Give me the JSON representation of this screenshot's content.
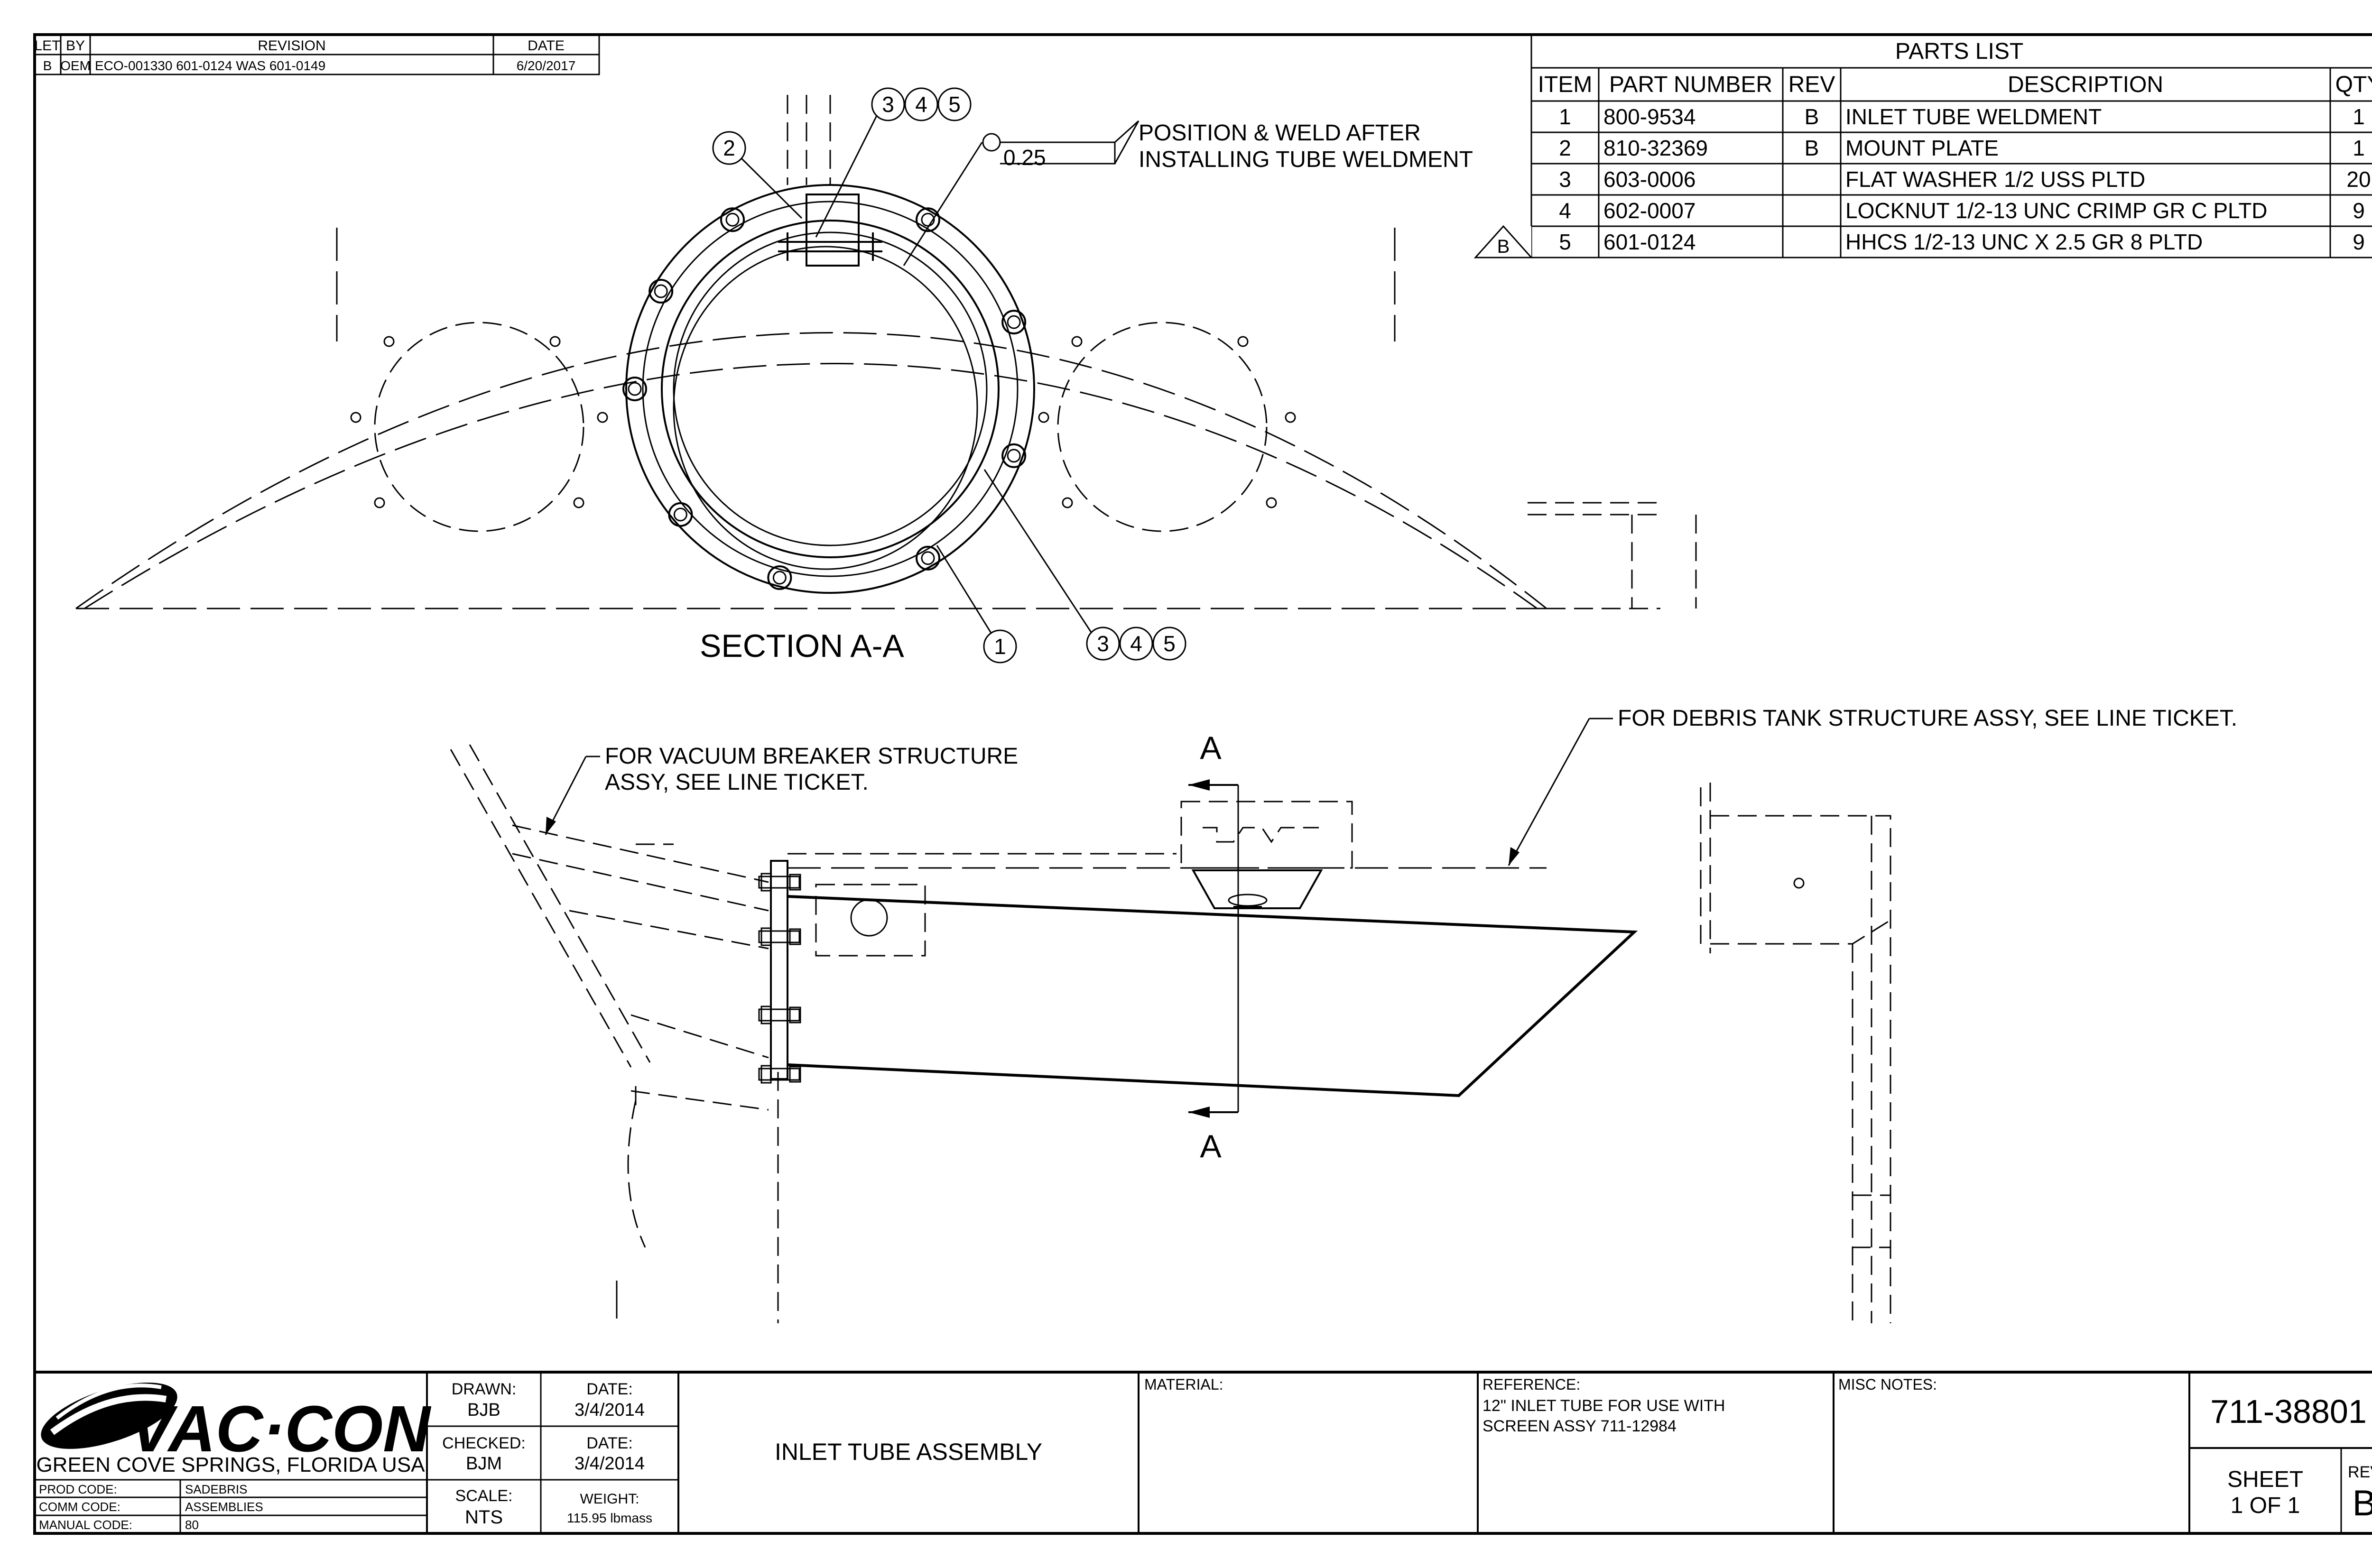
{
  "revision_block": {
    "headers": [
      "LET",
      "BY",
      "REVISION",
      "DATE"
    ],
    "row": [
      "B",
      "OEM",
      "ECO-001330 601-0124 WAS 601-0149",
      "6/20/2017"
    ]
  },
  "parts_list": {
    "title": "PARTS LIST",
    "headers": [
      "ITEM",
      "PART NUMBER",
      "REV",
      "DESCRIPTION",
      "QTY"
    ],
    "rows": [
      [
        "1",
        "800-9534",
        "B",
        "INLET TUBE WELDMENT",
        "1"
      ],
      [
        "2",
        "810-32369",
        "B",
        "MOUNT PLATE",
        "1"
      ],
      [
        "3",
        "603-0006",
        "",
        "FLAT WASHER 1/2 USS PLTD",
        "20"
      ],
      [
        "4",
        "602-0007",
        "",
        "LOCKNUT 1/2-13 UNC CRIMP GR C PLTD",
        "9"
      ],
      [
        "5",
        "601-0124",
        "",
        "HHCS 1/2-13 UNC X 2.5 GR 8 PLTD",
        "9"
      ]
    ],
    "rev_flag": "B"
  },
  "section_view": {
    "title": "SECTION A-A",
    "weld_note_line1": "POSITION & WELD AFTER",
    "weld_note_line2": "INSTALLING TUBE WELDMENT",
    "weld_size": "0.25",
    "balloons_top": [
      "3",
      "4",
      "5"
    ],
    "balloon_left": "2",
    "balloon_bottom": "1",
    "balloons_bottom_right": [
      "3",
      "4",
      "5"
    ]
  },
  "side_view": {
    "note_vacuum_line1": "FOR VACUUM BREAKER STRUCTURE",
    "note_vacuum_line2": "ASSY, SEE LINE TICKET.",
    "note_debris": "FOR DEBRIS TANK STRUCTURE ASSY, SEE LINE TICKET.",
    "section_label_top": "A",
    "section_label_bottom": "A"
  },
  "title_block": {
    "logo_text": "VAC·CON",
    "location": "GREEN COVE SPRINGS, FLORIDA USA",
    "prod_code_label": "PROD CODE:",
    "prod_code": "SADEBRIS",
    "comm_code_label": "COMM CODE:",
    "comm_code": "ASSEMBLIES",
    "manual_code_label": "MANUAL CODE:",
    "manual_code": "80",
    "drawn_label": "DRAWN:",
    "drawn": "BJB",
    "drawn_date_label": "DATE:",
    "drawn_date": "3/4/2014",
    "checked_label": "CHECKED:",
    "checked": "BJM",
    "checked_date_label": "DATE:",
    "checked_date": "3/4/2014",
    "scale_label": "SCALE:",
    "scale": "NTS",
    "weight_label": "WEIGHT:",
    "weight": "115.95 lbmass",
    "title": "INLET TUBE ASSEMBLY",
    "material_label": "MATERIAL:",
    "reference_label": "REFERENCE:",
    "reference_line1": "12\" INLET TUBE FOR USE WITH",
    "reference_line2": "SCREEN ASSY 711-12984",
    "misc_label": "MISC NOTES:",
    "drawing_number": "711-38801",
    "sheet_label": "SHEET",
    "sheet": "1  OF 1",
    "rev_label": "REV",
    "rev": "B"
  }
}
